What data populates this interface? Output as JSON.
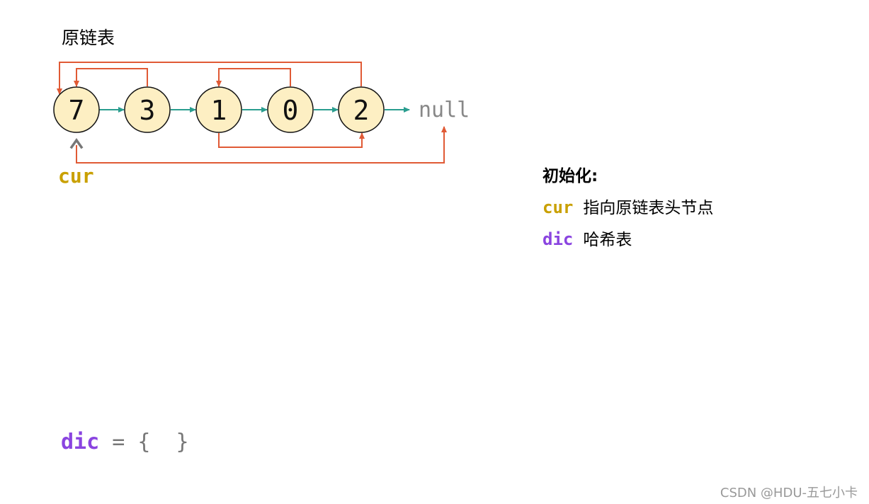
{
  "title": "原链表",
  "nodes": [
    "7",
    "3",
    "1",
    "0",
    "2"
  ],
  "null_label": "null",
  "cur_label": "cur",
  "side": {
    "heading": "初始化:",
    "cur_keyword": "cur",
    "cur_desc": "指向原链表头节点",
    "dic_keyword": "dic",
    "dic_desc": "哈希表"
  },
  "dic_line": {
    "keyword": "dic",
    "rest": " = {  }"
  },
  "watermark": "CSDN @HDU-五七小卡",
  "colors": {
    "node_fill": "#fdefc3",
    "next_arrow": "#2a9d8f",
    "random_arrow": "#e05a35",
    "cur_arrow": "#777777",
    "cur_keyword": "#c9a000",
    "dic_keyword": "#8a44e0"
  }
}
